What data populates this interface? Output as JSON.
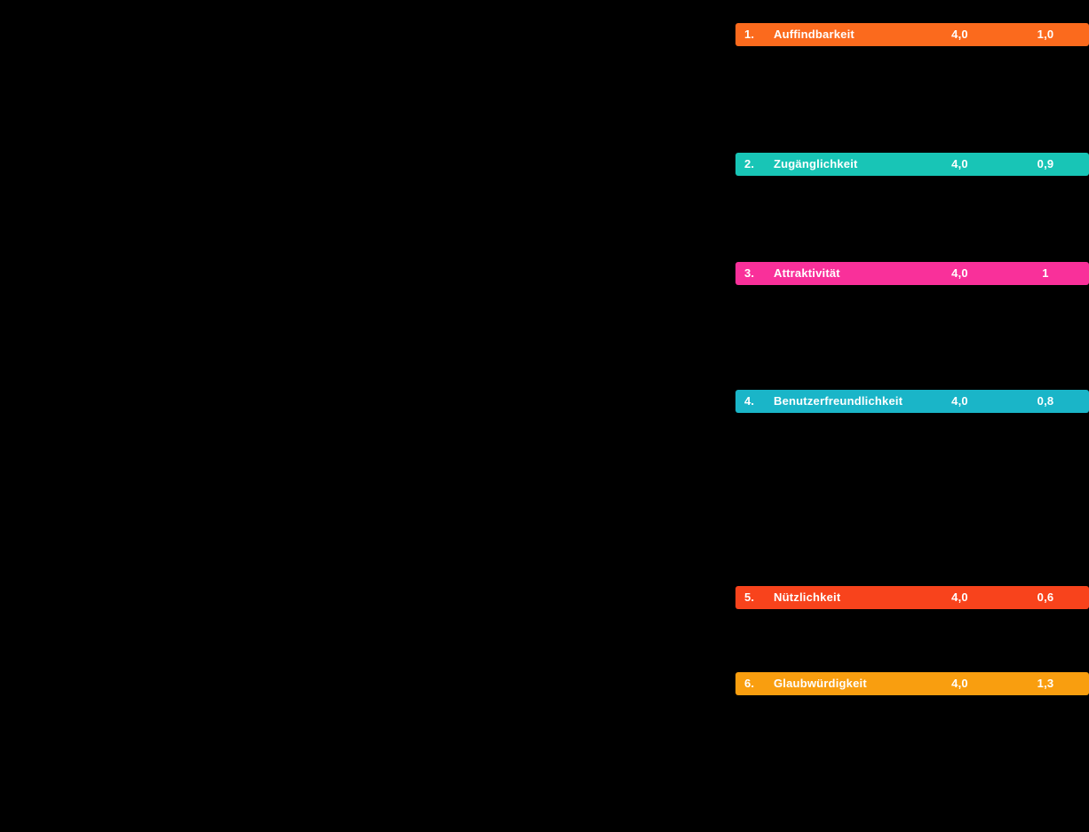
{
  "background_color": "#000000",
  "text_color": "#FFFFFF",
  "table": {
    "rows": [
      {
        "index": "1.",
        "label": "Auffindbarkeit",
        "value1": "4,0",
        "value2": "1,0",
        "color": "#FB6A1D"
      },
      {
        "index": "2.",
        "label": "Zugänglichkeit",
        "value1": "4,0",
        "value2": "0,9",
        "color": "#18C5B6"
      },
      {
        "index": "3.",
        "label": "Attraktivität",
        "value1": "4,0",
        "value2": "1",
        "color": "#F9309A"
      },
      {
        "index": "4.",
        "label": "Benutzerfreundlichkeit",
        "value1": "4,0",
        "value2": "0,8",
        "color": "#1AB5C8"
      },
      {
        "index": "5.",
        "label": "Nützlichkeit",
        "value1": "4,0",
        "value2": "0,6",
        "color": "#F8431C"
      },
      {
        "index": "6.",
        "label": "Glaubwürdigkeit",
        "value1": "4,0",
        "value2": "1,3",
        "color": "#F99E0F"
      }
    ]
  },
  "chart_data": {
    "type": "table",
    "categories": [
      "Auffindbarkeit",
      "Zugänglichkeit",
      "Attraktivität",
      "Benutzerfreundlichkeit",
      "Nützlichkeit",
      "Glaubwürdigkeit"
    ],
    "row_numbers": [
      "1.",
      "2.",
      "3.",
      "4.",
      "5.",
      "6."
    ],
    "series": [
      {
        "name": "value_column_1",
        "values": [
          4.0,
          4.0,
          4.0,
          4.0,
          4.0,
          4.0
        ]
      },
      {
        "name": "value_column_2",
        "values": [
          1.0,
          0.9,
          1.0,
          0.8,
          0.6,
          1.3
        ]
      }
    ],
    "value_labels_column_1": [
      "4,0",
      "4,0",
      "4,0",
      "4,0",
      "4,0",
      "4,0"
    ],
    "value_labels_column_2": [
      "1,0",
      "0,9",
      "1",
      "0,8",
      "0,6",
      "1,3"
    ],
    "row_colors": [
      "#FB6A1D",
      "#18C5B6",
      "#F9309A",
      "#1AB5C8",
      "#F8431C",
      "#F99E0F"
    ],
    "title": "",
    "layout": "six colored rating bars on black background, right-aligned to canvas edge"
  }
}
